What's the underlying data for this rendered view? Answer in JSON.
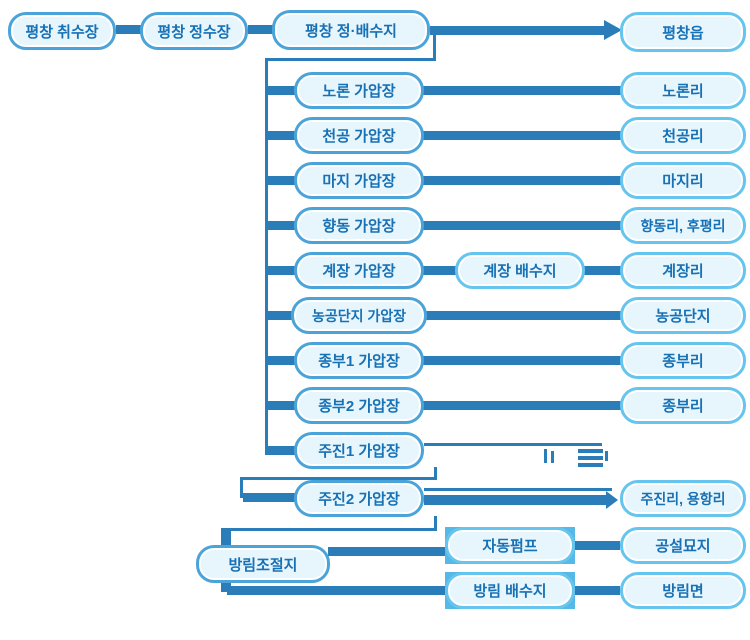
{
  "diagram": {
    "title_implied": "평창 수도시설 계통도",
    "source_chain": [
      {
        "label": "평창 취수장"
      },
      {
        "label": "평창 정수장"
      },
      {
        "label": "평창 정·배수지"
      }
    ],
    "town": {
      "label": "평창읍"
    },
    "rows": [
      {
        "station": "노론 가압장",
        "dest": "노론리"
      },
      {
        "station": "천공 가압장",
        "dest": "천공리"
      },
      {
        "station": "마지 가압장",
        "dest": "마지리"
      },
      {
        "station": "향동 가압장",
        "dest": "향동리, 후평리"
      },
      {
        "station": "계장 가압장",
        "mid": "계장 배수지",
        "dest": "계장리"
      },
      {
        "station": "농공단지 가압장",
        "dest": "농공단지"
      },
      {
        "station": "종부1 가압장",
        "dest": "종부리"
      },
      {
        "station": "종부2 가압장",
        "dest": "종부리"
      },
      {
        "station": "주진1 가압장",
        "dest": ""
      },
      {
        "station": "주진2 가압장",
        "dest": "주진리, 용항리"
      }
    ],
    "regulator": {
      "label": "방림조절지"
    },
    "pump_row": {
      "station": "자동펌프",
      "dest": "공설묘지"
    },
    "drain_row": {
      "station": "방림 배수지",
      "dest": "방림면"
    },
    "colors": {
      "box_border": "#4aa4d9",
      "box_border_light": "#65c5ee",
      "box_fill": "#e7f5fd",
      "inner_stroke": "#ffffff",
      "text": "#1771b5",
      "connector": "#2b7db9",
      "squared_box_bg": "#55b8e6"
    }
  }
}
